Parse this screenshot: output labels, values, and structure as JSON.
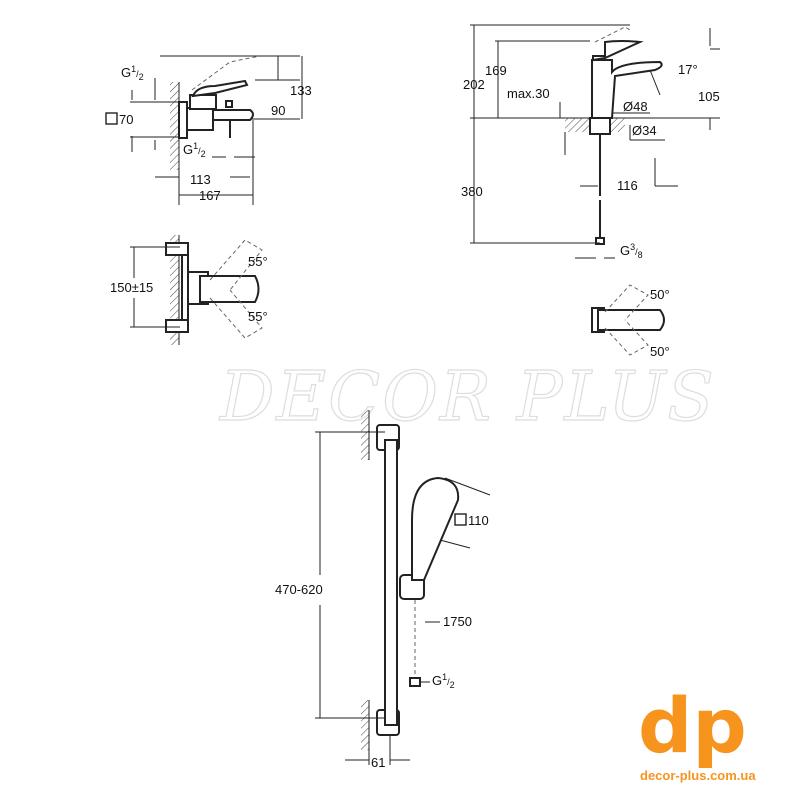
{
  "watermark": "DECOR PLUS",
  "logo": {
    "mark": "dp",
    "url": "decor-plus.com.ua",
    "color": "#f7941d"
  },
  "bath_mixer": {
    "thread_top": {
      "g": "G",
      "n": "1",
      "d": "2"
    },
    "square_size": "70",
    "height_spout": "90",
    "height_total": "133",
    "thread_spout": {
      "g": "G",
      "n": "1",
      "d": "2"
    },
    "depth_spout": "113",
    "depth_total": "167",
    "centers": "150±15",
    "angle_up": "55°",
    "angle_down": "55°"
  },
  "basin_mixer": {
    "height_total": "202",
    "height_spout": "169",
    "max_thickness": "max.30",
    "diameter_base": "Ø48",
    "diameter_hole": "Ø34",
    "spout_angle": "17°",
    "spout_reach": "105",
    "hose_length": "380",
    "depth": "116",
    "thread": {
      "g": "G",
      "n": "3",
      "d": "8"
    },
    "angle_up": "50°",
    "angle_down": "50°"
  },
  "shower_set": {
    "rail_range": "470-620",
    "head_size": "110",
    "hose_length": "1750",
    "thread": {
      "g": "G",
      "n": "1",
      "d": "2"
    },
    "wall_distance": "61"
  }
}
